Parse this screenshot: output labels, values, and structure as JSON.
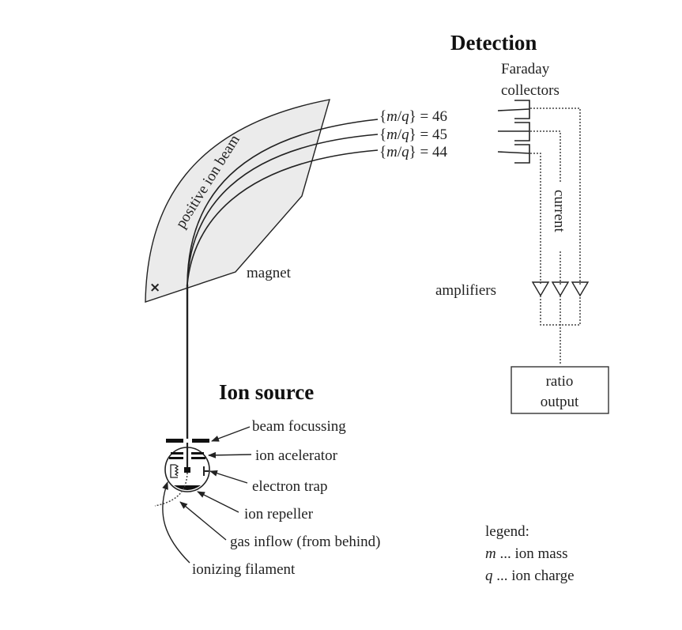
{
  "sections": {
    "detection_title": "Detection",
    "ion_source_title": "Ion source"
  },
  "detection": {
    "faraday_line1": "Faraday",
    "faraday_line2": "collectors",
    "mq_labels": [
      {
        "open": "{",
        "m": "m",
        "slash": "/",
        "q": "q",
        "close": "}",
        "eq": " = 46"
      },
      {
        "open": "{",
        "m": "m",
        "slash": "/",
        "q": "q",
        "close": "}",
        "eq": " = 45"
      },
      {
        "open": "{",
        "m": "m",
        "slash": "/",
        "q": "q",
        "close": "}",
        "eq": " = 44"
      }
    ],
    "current_label": "current",
    "amplifiers_label": "amplifiers",
    "ratio_line1": "ratio",
    "ratio_line2": "output"
  },
  "magnet": {
    "beam_label": "positive ion beam",
    "magnet_label": "magnet",
    "field_symbol": "×"
  },
  "ion_source": {
    "labels": [
      "beam focussing",
      "ion acelerator",
      "electron trap",
      "ion repeller",
      "gas inflow (from behind)",
      "ionizing filament"
    ]
  },
  "legend": {
    "title": "legend:",
    "items": [
      {
        "symbol": "m",
        "text": " ... ion mass"
      },
      {
        "symbol": "q",
        "text": " ... ion charge"
      }
    ]
  }
}
